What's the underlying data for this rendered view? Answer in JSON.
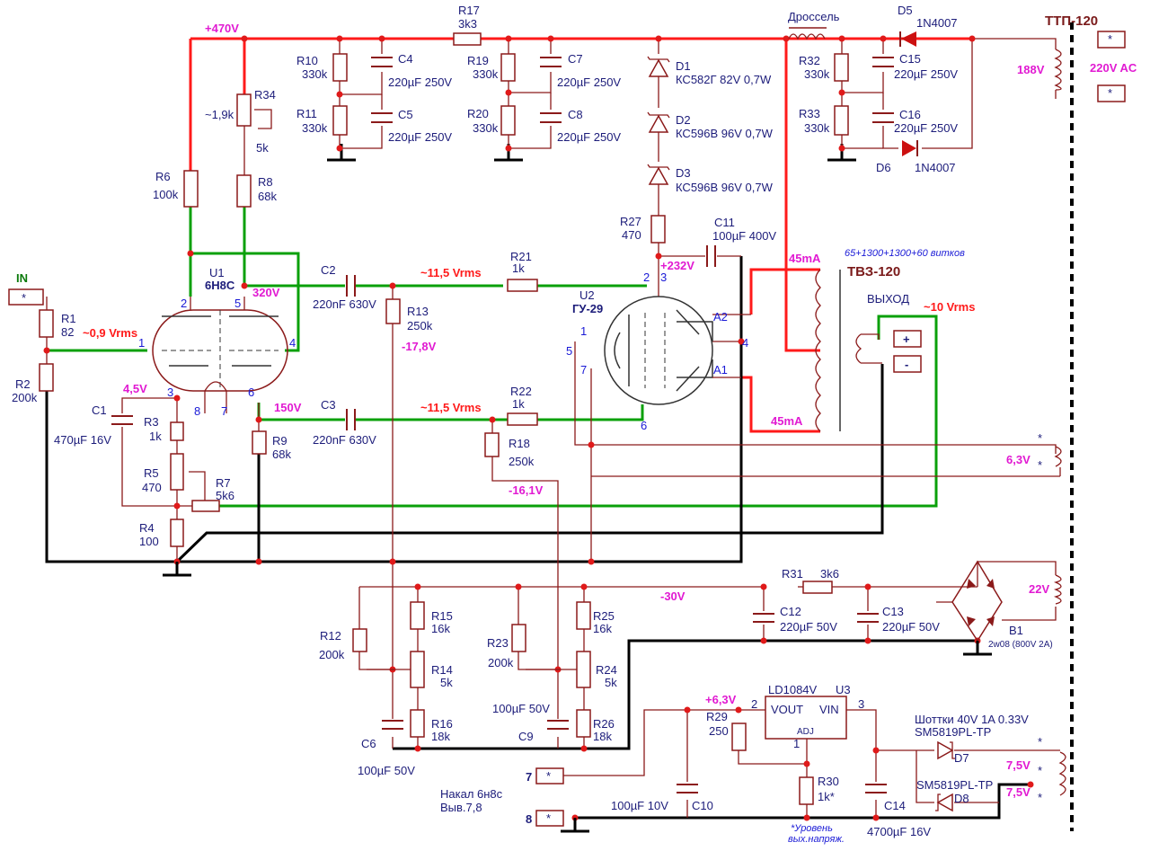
{
  "labels": {
    "in_label": "IN",
    "in_star": "*",
    "v470": "+470V",
    "v320": "320V",
    "v150": "150V",
    "v45": "4,5V",
    "v09": "~0,9 Vrms",
    "v11a": "~11,5 Vrms",
    "v11b": "~11,5 Vrms",
    "v178": "-17,8V",
    "v161": "-16,1V",
    "v232": "+232V",
    "v30": "-30V",
    "v63": "+6,3V",
    "ma1": "45mA",
    "ma2": "45mA",
    "v188": "188V",
    "v220": "220V AC",
    "v22": "22V",
    "v10": "~10 Vrms",
    "v63b": "6,3V",
    "v75a": "7,5V",
    "v75b": "7,5V",
    "ttp": "ТТП-120",
    "tvz": "ТВЗ-120",
    "turns": "65+1300+1300+60 витков",
    "vyhod": "ВЫХОД",
    "drossel": "Дроссель",
    "plus": "+",
    "minus": "-",
    "u1": "U1",
    "u1n": "6Н8С",
    "u2": "U2",
    "u2n": "ГУ-29",
    "u3": "U3",
    "u3n": "LD1084V",
    "vout": "VOUT",
    "vin": "VIN",
    "adj": "ADJ",
    "nakal1": "Накал 6н8с",
    "nakal2": "Выв.7,8",
    "level1": "*Уровень",
    "level2": "вых.напряж.",
    "schottky1": "Шоттки 40V 1A 0.33V",
    "schottky2": "SM5819PL-TP",
    "d8n": "SM5819PL-TP",
    "b1": "B1",
    "b1n": "2w08 (800V 2A)",
    "r1": "R1",
    "r1v": "82",
    "r2": "R2",
    "r2v": "200k",
    "r3": "R3",
    "r3v": "1k",
    "r4": "R4",
    "r4v": "100",
    "r5": "R5",
    "r5v": "470",
    "r6": "R6",
    "r6v": "100k",
    "r7": "R7",
    "r7v": "5k6",
    "r8": "R8",
    "r8v": "68k",
    "r9": "R9",
    "r9v": "68k",
    "r10": "R10",
    "r10v": "330k",
    "r11": "R11",
    "r11v": "330k",
    "r12": "R12",
    "r12v": "200k",
    "r13": "R13",
    "r13v": "250k",
    "r14": "R14",
    "r14v": "5k",
    "r15": "R15",
    "r15v": "16k",
    "r16": "R16",
    "r16v": "18k",
    "r17": "R17",
    "r17v": "3k3",
    "r18": "R18",
    "r18v": "250k",
    "r19": "R19",
    "r19v": "330k",
    "r20": "R20",
    "r20v": "330k",
    "r21": "R21",
    "r21v": "1k",
    "r22": "R22",
    "r22v": "1k",
    "r23": "R23",
    "r23v": "200k",
    "r24": "R24",
    "r24v": "5k",
    "r25": "R25",
    "r25v": "16k",
    "r26": "R26",
    "r26v": "18k",
    "r27": "R27",
    "r27v": "470",
    "r29": "R29",
    "r29v": "250",
    "r30": "R30",
    "r30v": "1k*",
    "r31": "R31",
    "r31v": "3k6",
    "r32": "R32",
    "r32v": "330k",
    "r33": "R33",
    "r33v": "330k",
    "r34": "R34",
    "r34v": "5k",
    "r34a": "~1,9k",
    "c1": "C1",
    "c1v": "470µF 16V",
    "c2": "C2",
    "c2v": "220nF 630V",
    "c3": "C3",
    "c3v": "220nF 630V",
    "c4": "C4",
    "c4v": "220µF 250V",
    "c5": "C5",
    "c5v": "220µF 250V",
    "c6": "C6",
    "c6v": "100µF 50V",
    "c7": "C7",
    "c7v": "220µF 250V",
    "c8": "C8",
    "c8v": "220µF 250V",
    "c9": "C9",
    "c9v": "100µF 50V",
    "c10": "C10",
    "c10v": "100µF 10V",
    "c11": "C11",
    "c11v": "100µF 400V",
    "c12": "C12",
    "c12v": "220µF 50V",
    "c13": "C13",
    "c13v": "220µF 50V",
    "c14": "C14",
    "c14v": "4700µF 16V",
    "c15": "C15",
    "c15v": "220µF 250V",
    "c16": "C16",
    "c16v": "220µF 250V",
    "d1": "D1",
    "d1v": "КС582Г 82V 0,7W",
    "d2": "D2",
    "d2v": "КС596В 96V 0,7W",
    "d3": "D3",
    "d3v": "КС596В 96V 0,7W",
    "d5": "D5",
    "d5v": "1N4007",
    "d6": "D6",
    "d6v": "1N4007",
    "d7": "D7",
    "d8": "D8",
    "p1": "1",
    "p2": "2",
    "p3": "3",
    "p4": "4",
    "p5": "5",
    "p6": "6",
    "p7": "7",
    "p8": "8",
    "g1": "1",
    "g2": "2",
    "g3": "3",
    "g4": "4",
    "g5": "5",
    "g6": "6",
    "g7": "7",
    "ga1": "A1",
    "ga2": "A2",
    "u3p1": "1",
    "u3p2": "2",
    "u3p3": "3",
    "t7": "7",
    "t8": "8",
    "star": "*"
  },
  "colors": {
    "hv_wire": "#ff1a1a",
    "signal_wire": "#0aa00a",
    "ground_wire": "#000000",
    "thin_wire": "#8b1a1a",
    "voltage_label": "#e11ad2",
    "component_label": "#1c1c7a"
  },
  "icons": [
    "resistor-icon",
    "capacitor-icon",
    "zener-icon",
    "diode-icon",
    "transformer-icon",
    "triode-icon",
    "tetrode-icon",
    "bridge-rectifier-icon",
    "ground-icon",
    "regulator-icon"
  ]
}
